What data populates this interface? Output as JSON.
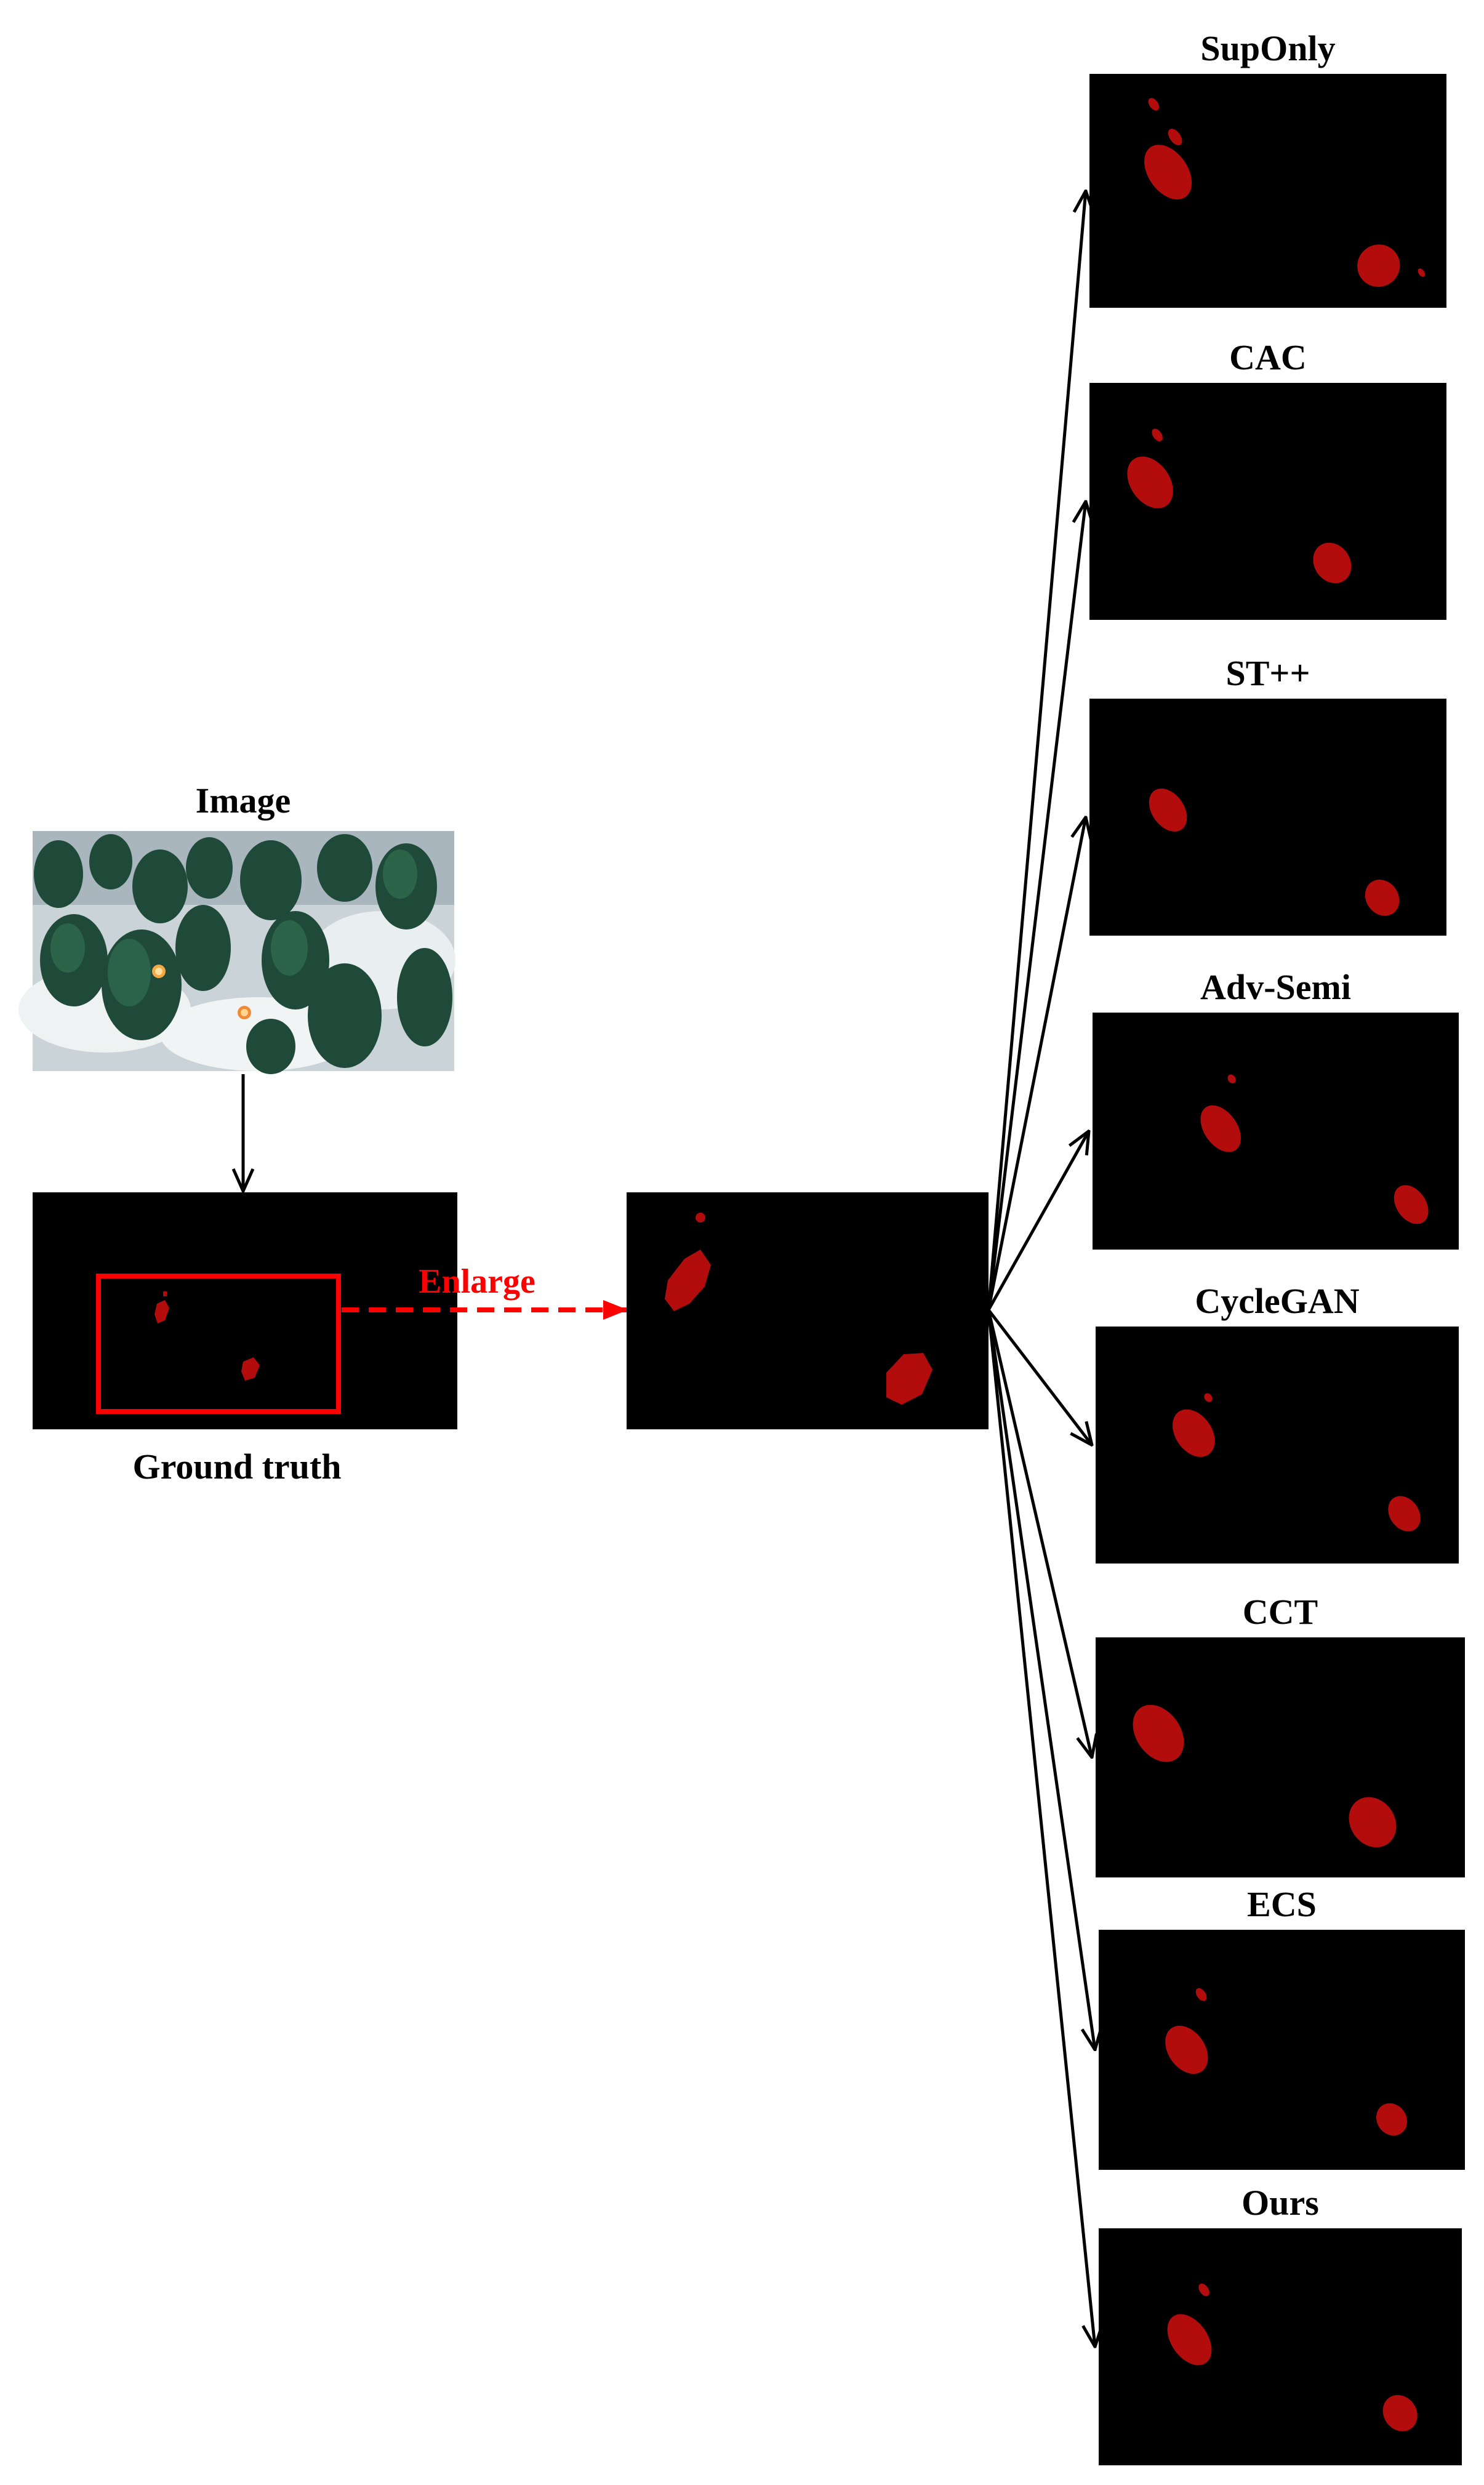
{
  "input": {
    "image_label": "Image",
    "ground_truth_label": "Ground truth",
    "enlarge_label": "Enlarge"
  },
  "methods": [
    {
      "name": "SupOnly"
    },
    {
      "name": "CAC"
    },
    {
      "name": "ST++"
    },
    {
      "name": "Adv-Semi"
    },
    {
      "name": "CycleGAN"
    },
    {
      "name": "CCT"
    },
    {
      "name": "ECS"
    },
    {
      "name": "Ours"
    }
  ],
  "colors": {
    "mask_background": "#000000",
    "fire_mask": "#b30c0c",
    "highlight": "#ff0000",
    "arrow": "#000000"
  }
}
